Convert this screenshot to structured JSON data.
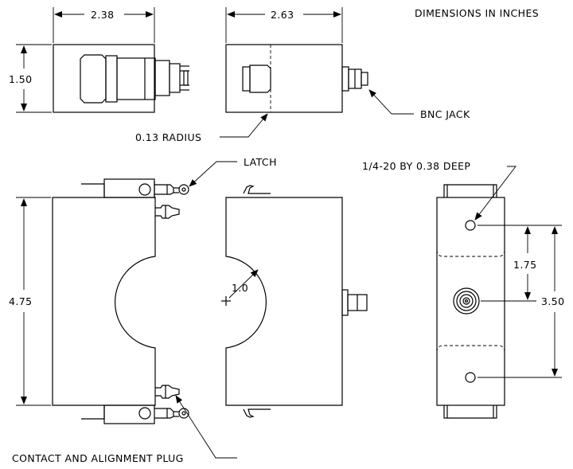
{
  "header": {
    "units_note": "DIMENSIONS IN INCHES"
  },
  "dimensions": {
    "top_width_left": "2.38",
    "top_width_right": "2.63",
    "height_top": "1.50",
    "height_front": "4.75",
    "hole_spacing": "1.75",
    "end_height": "3.50",
    "radius": "1.0"
  },
  "callouts": {
    "bnc_jack": "BNC JACK",
    "corner_radius": "0.13 RADIUS",
    "latch": "LATCH",
    "tapped_hole": "1/4-20 BY 0.38 DEEP",
    "contact_plug": "CONTACT AND ALIGNMENT PLUG"
  }
}
